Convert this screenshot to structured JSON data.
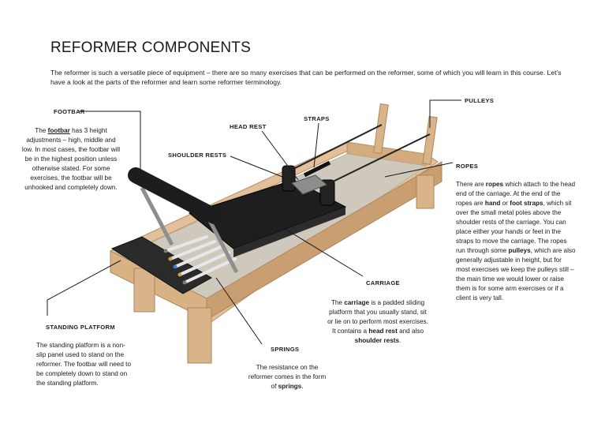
{
  "title": "REFORMER COMPONENTS",
  "intro": "The reformer is such a versatile piece of equipment – there are so many exercises that can be performed on the reformer, some of which you will learn in this course. Let’s have a look at the parts of the reformer and learn some reformer terminology.",
  "labels": {
    "footbar": "FOOTBAR",
    "head_rest": "HEAD REST",
    "straps": "STRAPS",
    "pulleys": "PULLEYS",
    "shoulder_rests": "SHOULDER RESTS",
    "ropes": "ROPES",
    "carriage": "CARRIAGE",
    "standing_platform": "STANDING PLATFORM",
    "springs": "SPRINGS"
  },
  "footbar_desc": {
    "pre": "The ",
    "term": "footbar",
    "post": " has 3 height adjustments – high, middle and low. In most cases, the footbar will be in the highest position unless otherwise stated. For some exercises, the footbar will be unhooked and completely down."
  },
  "ropes_desc": {
    "p1": "There are ",
    "t1": "ropes",
    "p2": " which attach to the head end of the carriage. At the end of the ropes are ",
    "t2": "hand",
    "p3": " or ",
    "t3": "foot straps",
    "p4": ", which sit over the small metal poles above the shoulder rests of the carriage. You can place either your hands or feet in the straps to move the carriage. The ropes run through some ",
    "t4": "pulleys",
    "p5": ", which are also generally adjustable in height, but for most exercises we keep the pulleys still – the main time we would lower or raise them is for some arm exercises or if a client is very tall."
  },
  "carriage_desc": {
    "p1": "The ",
    "t1": "carriage",
    "p2": " is a padded sliding platform that you usually stand, sit or lie on to perform most exercises. It contains a ",
    "t2": "head rest",
    "p3": " and also ",
    "t3": "shoulder rests",
    "p4": "."
  },
  "platform_desc": "The standing platform is a non-slip panel used to stand on the reformer. The footbar will need to be completely down to stand on the standing platform.",
  "springs_desc": {
    "p1": "The resistance on the reformer comes in the form of ",
    "t1": "springs",
    "p2": "."
  },
  "colors": {
    "wood": "#d9b48a",
    "wood_dark": "#b98f62",
    "upholstery": "#1e1e1e",
    "metal": "#a8a8a8",
    "pointer": "#9a9a9a"
  }
}
